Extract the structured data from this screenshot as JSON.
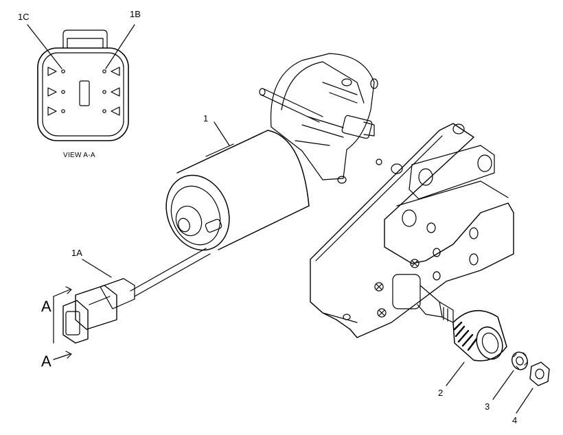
{
  "callouts": {
    "pin_1c": "1C",
    "pin_1b": "1B",
    "motor": "1",
    "connector": "1A",
    "knob": "2",
    "washer": "3",
    "nut": "4"
  },
  "view_label": "VIEW A-A",
  "section_marks": {
    "top": "A",
    "bottom": "A"
  }
}
